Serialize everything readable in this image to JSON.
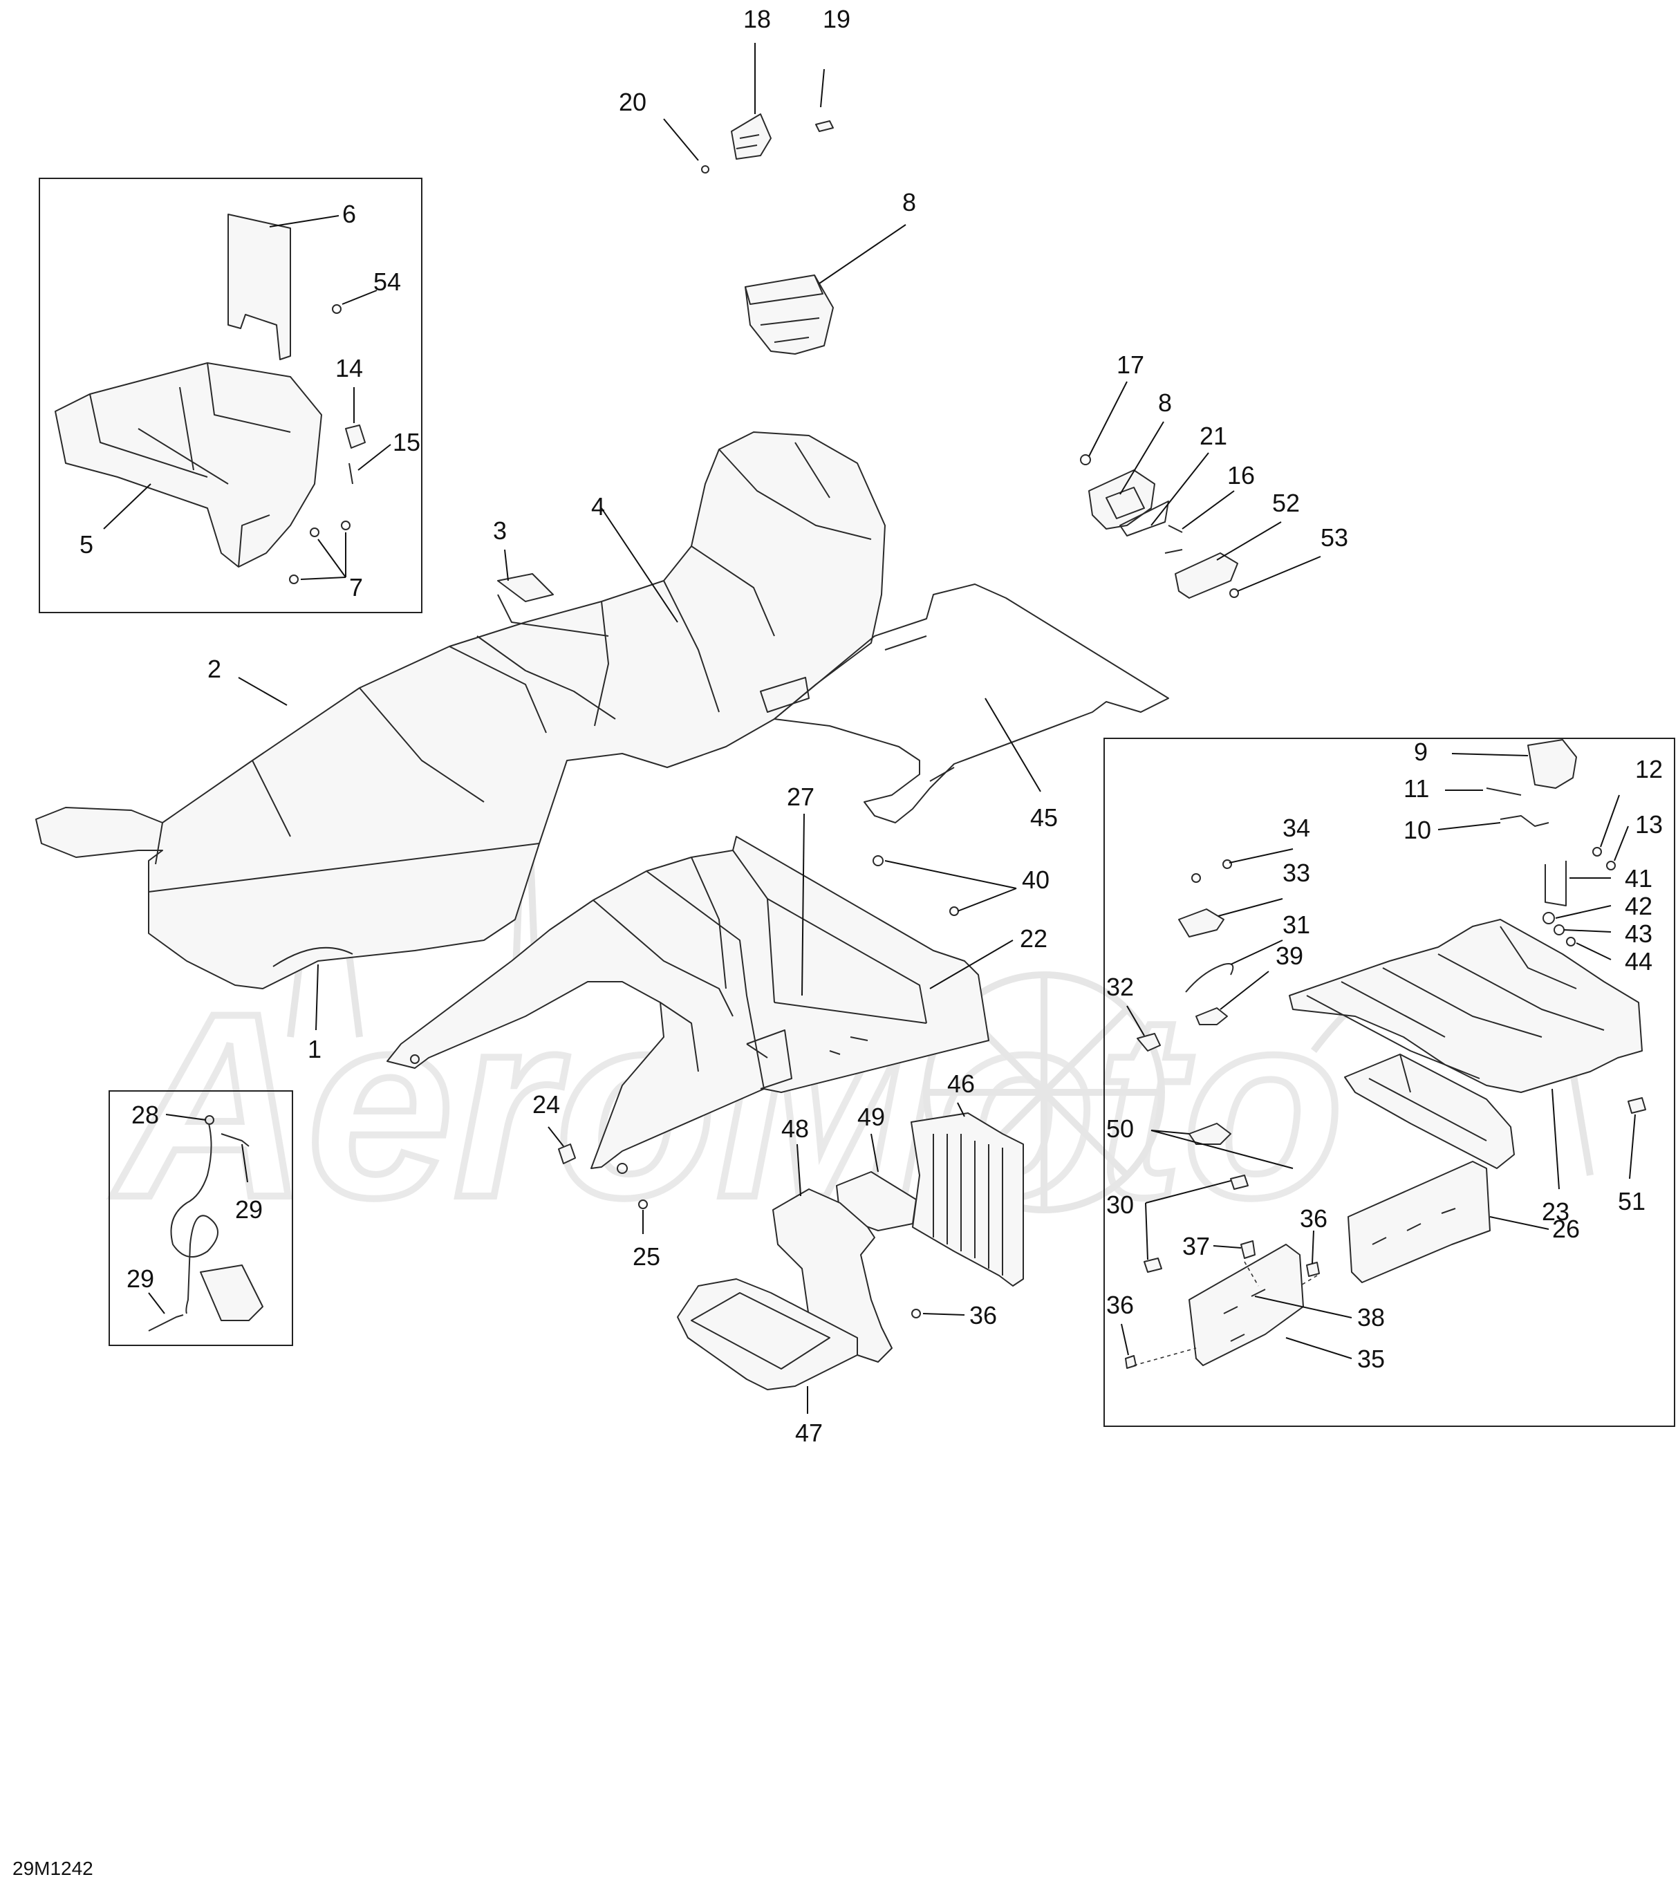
{
  "figure_code": "29M1242",
  "watermark": "AeroMoto",
  "callouts": {
    "c1": "1",
    "c2": "2",
    "c3": "3",
    "c4": "4",
    "c5": "5",
    "c6": "6",
    "c7": "7",
    "c8a": "8",
    "c8b": "8",
    "c9": "9",
    "c10": "10",
    "c11": "11",
    "c12": "12",
    "c13": "13",
    "c14": "14",
    "c15": "15",
    "c16": "16",
    "c17": "17",
    "c18": "18",
    "c19": "19",
    "c20": "20",
    "c21": "21",
    "c22": "22",
    "c23": "23",
    "c24": "24",
    "c25": "25",
    "c26": "26",
    "c27": "27",
    "c28": "28",
    "c29a": "29",
    "c29b": "29",
    "c30": "30",
    "c31": "31",
    "c32": "32",
    "c33": "33",
    "c34": "34",
    "c35": "35",
    "c36a": "36",
    "c36b": "36",
    "c36c": "36",
    "c37": "37",
    "c38": "38",
    "c39": "39",
    "c40": "40",
    "c41": "41",
    "c42": "42",
    "c43": "43",
    "c44": "44",
    "c45": "45",
    "c46": "46",
    "c47": "47",
    "c48": "48",
    "c49": "49",
    "c50": "50",
    "c51": "51",
    "c52": "52",
    "c53": "53",
    "c54": "54"
  }
}
